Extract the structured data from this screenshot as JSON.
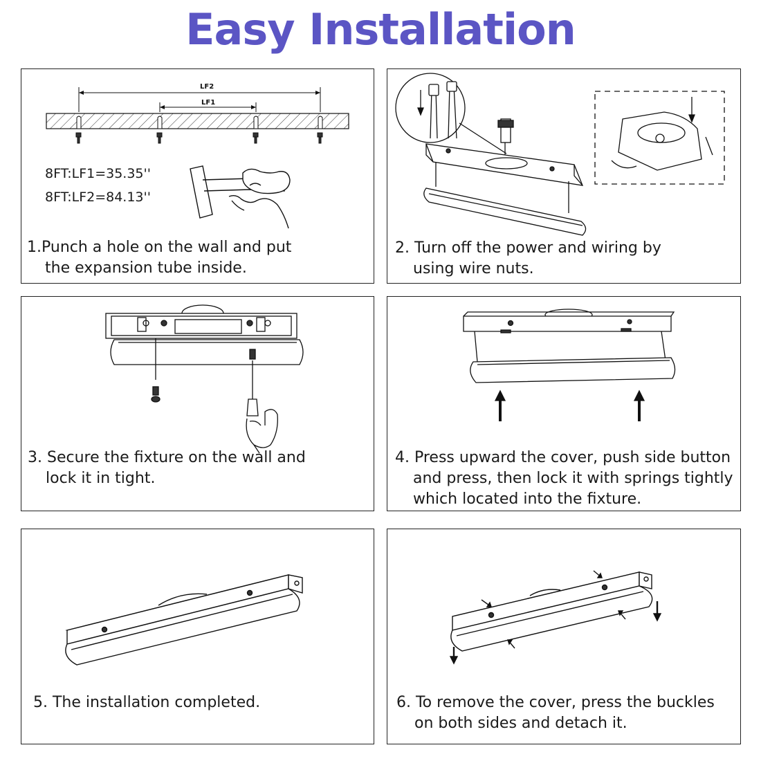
{
  "title": "Easy Installation",
  "steps": [
    {
      "line1": "1.Punch a hole on the wall and put",
      "line2": "the expansion tube inside."
    },
    {
      "line1": "2. Turn off the power and wiring by",
      "line2": "using wire nuts."
    },
    {
      "line1": "3. Secure the fixture on the wall and",
      "line2": "lock it in tight."
    },
    {
      "line1": "4. Press upward the cover, push side button",
      "line2": "and press, then lock it with springs tightly",
      "line3": "which located into the fixture."
    },
    {
      "line1": "5. The installation completed."
    },
    {
      "line1": "6. To remove the cover, press the buckles",
      "line2": "on both sides and detach it."
    }
  ],
  "measurements": {
    "lf2_label": "LF2",
    "lf1_label": "LF1",
    "lf1": "8FT:LF1=35.35''",
    "lf2": "8FT:LF2=84.13''"
  },
  "colors": {
    "title": "#5b55c4",
    "border": "#222222",
    "line": "#1a1a1a"
  }
}
